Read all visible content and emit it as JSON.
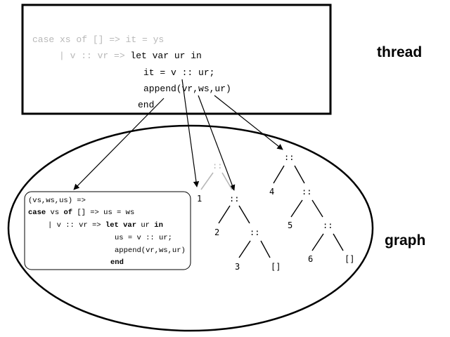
{
  "labels": {
    "thread": "thread",
    "graph": "graph"
  },
  "thread_code": {
    "line1": "case xs of [] => it = ys",
    "line2_grey": "| v :: vr =>",
    "line2_rest": " let var ur in",
    "line3": "it = v :: ur;",
    "line4": "append(vr,ws,ur)",
    "line5": "end"
  },
  "closure_code": {
    "line1": "(vs,ws,us) =>",
    "line2_kw1": "case",
    "line2_mid": " vs ",
    "line2_kw2": "of",
    "line2_rest": " [] => us = ws",
    "line3_a": "| v :: vr =>",
    "line3_kw1": " let var",
    "line3_mid": " ur ",
    "line3_kw2": "in",
    "line4": "us = v :: ur;",
    "line5": "append(vr,ws,ur)",
    "line6": "end"
  },
  "graph_nodes": {
    "grey_cons": "::",
    "n1": "1",
    "cons_a": "::",
    "n2": "2",
    "cons_b": "::",
    "n3": "3",
    "nil_a": "[]",
    "cons_c": "::",
    "n4": "4",
    "cons_d": "::",
    "n5": "5",
    "cons_e": "::",
    "n6": "6",
    "nil_b": "[]"
  },
  "colors": {
    "ink": "#000000",
    "grey": "#b8b8b8"
  }
}
